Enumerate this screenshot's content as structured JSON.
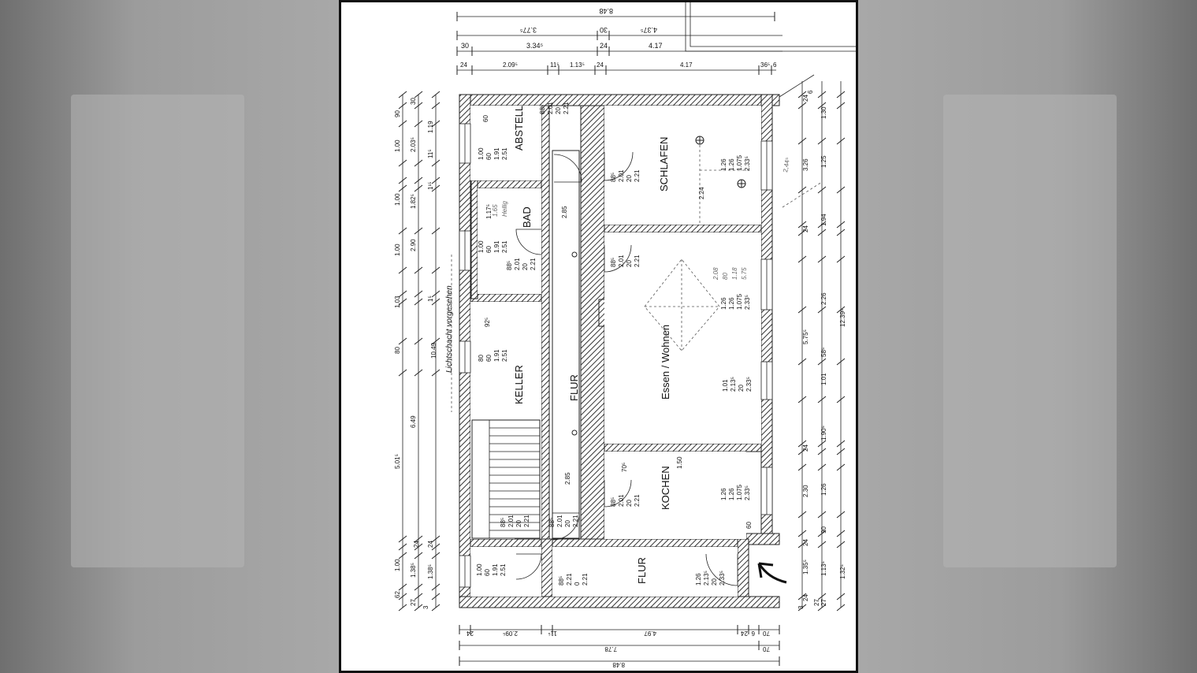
{
  "rooms": {
    "abstell": "ABSTELL",
    "bad": "BAD",
    "keller": "KELLER",
    "flur_main": "FLUR",
    "flur_entry": "FLUR",
    "schlafen": "SCHLAFEN",
    "essen": "Essen / Wohnen",
    "kochen": "KOCHEN"
  },
  "top_dims": {
    "overall": "8.48",
    "row2_a": "3.77⁵",
    "row2_b": "30",
    "row2_c": "4.37⁵",
    "row3_a": "30",
    "row3_b": "3.34⁵",
    "row3_c": "24",
    "row3_d": "4.17",
    "row4_a": "24",
    "row4_b": "2.09⁵",
    "row4_c": "11⁵",
    "row4_d": "1.13⁵",
    "row4_e": "24",
    "row4_f": "4.17",
    "row4_g": "36⁵",
    "row4_h": "6"
  },
  "bottom_dims": {
    "row1_a": "24",
    "row1_b": "2.09⁵",
    "row1_c": "11⁵",
    "row1_d": "4.97",
    "row1_e": "24",
    "row1_f": "6",
    "row1_g": "70",
    "row2": "7.78",
    "row2_b": "70",
    "overall": "8.48"
  },
  "left_dims": {
    "a1": "90",
    "a2": "1.00",
    "a3": "1.00",
    "a4": "1.00",
    "a5": "1.03",
    "a6": "80",
    "a7": "5.01⁵",
    "a8": "1.00",
    "a9": "62",
    "b1": "30",
    "b2": "2.03⁵",
    "b3": "1.82⁵",
    "b4": "2.90",
    "b5": "6.49",
    "b6": "1.38⁵",
    "b7": "27",
    "c1": "1.19",
    "c2": "11⁵",
    "c3": "1¹⁵",
    "c4": "1⁵",
    "c5": "10.49",
    "c6": "24",
    "c7": "24",
    "c8": "3",
    "c9": "1.38⁵",
    "handwritten": "Lichtschacht vorgesehen"
  },
  "right_dims": {
    "a1": "24",
    "a2": "6",
    "a3": "3.26",
    "a4": "24",
    "a5": "5.75⁵",
    "a6": "24",
    "a7": "2.30",
    "a8": "24",
    "a9": "1.35⁵",
    "a10": "3",
    "a11": "24",
    "b1": "1.30",
    "b2": "1.25",
    "b3": "1.94",
    "b4": "2.26",
    "b5": "1.01",
    "b6": "1.90⁵",
    "b7": "1.26",
    "b8": "90",
    "b9": "1.13⁵",
    "b10": "27",
    "b11": "58⁵",
    "b12": "27",
    "c1": "12.39⁵",
    "c2": "1.32⁵",
    "c3": "2,44⁵"
  },
  "annotations": {
    "abstell_win": [
      "1.00",
      "60",
      "1.91",
      "2.51"
    ],
    "abstell_60": "60",
    "abstell_door": [
      "2.21",
      "20",
      "2.01",
      "88⁵"
    ],
    "bad_win": [
      "1.00",
      "60",
      "1.91",
      "2.51"
    ],
    "bad_top": "1.17⁵",
    "bad_door": [
      "88⁵",
      "2.01",
      "20",
      "2.21"
    ],
    "bad_pencil": [
      "1.65",
      "Hellig"
    ],
    "keller_win": [
      "80",
      "60",
      "1.91",
      "2.51"
    ],
    "keller_92": "92⁵",
    "stair_door": [
      "2.21",
      "20",
      "2.01",
      "88⁵"
    ],
    "flur_door_bottom": [
      "2.21",
      "20",
      "2.01",
      "88⁵"
    ],
    "flur_height": "2.85",
    "flur_height2": "2.85",
    "schlafen_door": [
      "88⁵",
      "2.01",
      "20",
      "2.21"
    ],
    "schlafen_win": [
      "1.26",
      "1.26",
      "1.075",
      "2.33⁵"
    ],
    "schlafen_224": "2.24",
    "essen_door": [
      "88⁵",
      "2.01",
      "20",
      "2.21"
    ],
    "essen_win": [
      "1.26",
      "1.26",
      "1.075",
      "2.33⁵"
    ],
    "essen_door2": [
      "1.01",
      "2.13⁵",
      "20",
      "2.33⁵"
    ],
    "essen_pencil": [
      "2.08",
      "80",
      "1.18",
      "5.75"
    ],
    "kochen_door": [
      "88⁵",
      "2.01",
      "20",
      "2.21"
    ],
    "kochen_win": [
      "1.26",
      "1.26",
      "1.075",
      "2.33⁵"
    ],
    "kochen_70": "70⁵",
    "kochen_60": "60",
    "kochen_150": "1.50",
    "entry_win": [
      "1.00",
      "60",
      "1.91",
      "2.51"
    ],
    "entry_door": [
      "88⁵",
      "2.21",
      "0",
      "2.21"
    ],
    "entry_front": [
      "1.26",
      "2.13⁵",
      "20",
      "2.33⁵"
    ]
  },
  "colors": {
    "wall": "#555555",
    "ink": "#111111",
    "paper": "#ffffff"
  },
  "icons": [
    "entrance-arrow-icon",
    "light-fixture-icon"
  ]
}
